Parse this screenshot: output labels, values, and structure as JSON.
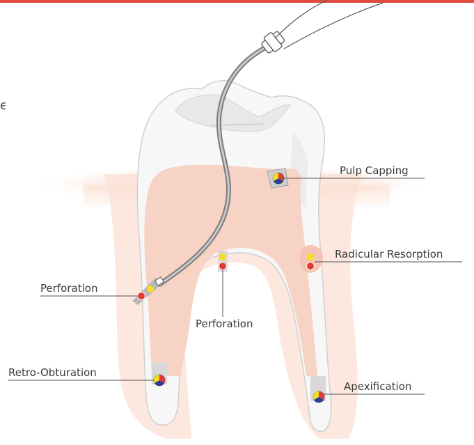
{
  "colors": {
    "top_rule": "#e04a3f",
    "gum": "#fbe6dc",
    "pulp": "#f7d2c4",
    "tooth_shell": "#f7f7f7",
    "tooth_outline": "#cfcfcf",
    "crown_dark": "#e6e6e6",
    "canal_fill": "#d9d9d9",
    "instrument": "#8f8f8f",
    "red": "#e23b35",
    "yellow": "#f5dd22",
    "blue": "#2e3d8c",
    "leader": "#555555"
  },
  "labels": {
    "pulp_capping": "Pulp Capping",
    "radicular_resorption": "Radicular Resorption",
    "perforation_left": "Perforation",
    "perforation_center": "Perforation",
    "retro_obturation": "Retro-Obturation",
    "apexification": "Apexification"
  },
  "edge_glyph": "e"
}
